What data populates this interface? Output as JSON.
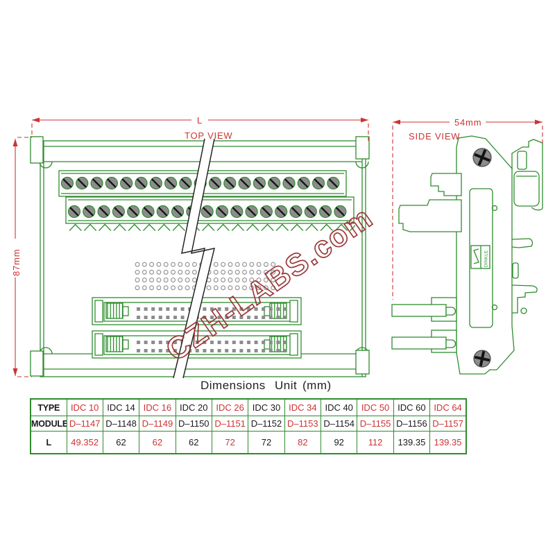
{
  "colors": {
    "green": "#2e8b2e",
    "dim_red": "#cc3333",
    "wm_red": "#9a3838",
    "ink": "#1a1a1a",
    "gray": "#8c8c8c"
  },
  "labels": {
    "top_view": "TOP VIEW",
    "side_view": "SIDE VIEW",
    "dim_l": "L",
    "dim_87": "87mm",
    "dim_54": "54mm",
    "watermark": "CZH-LABS.com",
    "brand": "DINKLE",
    "footer_dimensions": "Dimensions",
    "footer_unit": "Unit",
    "footer_mm": "(mm)"
  },
  "table": {
    "row_headers": [
      "TYPE",
      "MODULE",
      "L"
    ],
    "columns": [
      {
        "type": "IDC 10",
        "module": "D–1147",
        "l": "49.352"
      },
      {
        "type": "IDC 14",
        "module": "D–1148",
        "l": "62"
      },
      {
        "type": "IDC 16",
        "module": "D–1149",
        "l": "62"
      },
      {
        "type": "IDC 20",
        "module": "D–1150",
        "l": "62"
      },
      {
        "type": "IDC 26",
        "module": "D–1151",
        "l": "72"
      },
      {
        "type": "IDC 30",
        "module": "D–1152",
        "l": "72"
      },
      {
        "type": "IDC 34",
        "module": "D–1153",
        "l": "82"
      },
      {
        "type": "IDC 40",
        "module": "D–1154",
        "l": "92"
      },
      {
        "type": "IDC 50",
        "module": "D–1155",
        "l": "112"
      },
      {
        "type": "IDC 60",
        "module": "D–1156",
        "l": "139.35"
      },
      {
        "type": "IDC 64",
        "module": "D–1157",
        "l": "139.35"
      }
    ]
  }
}
